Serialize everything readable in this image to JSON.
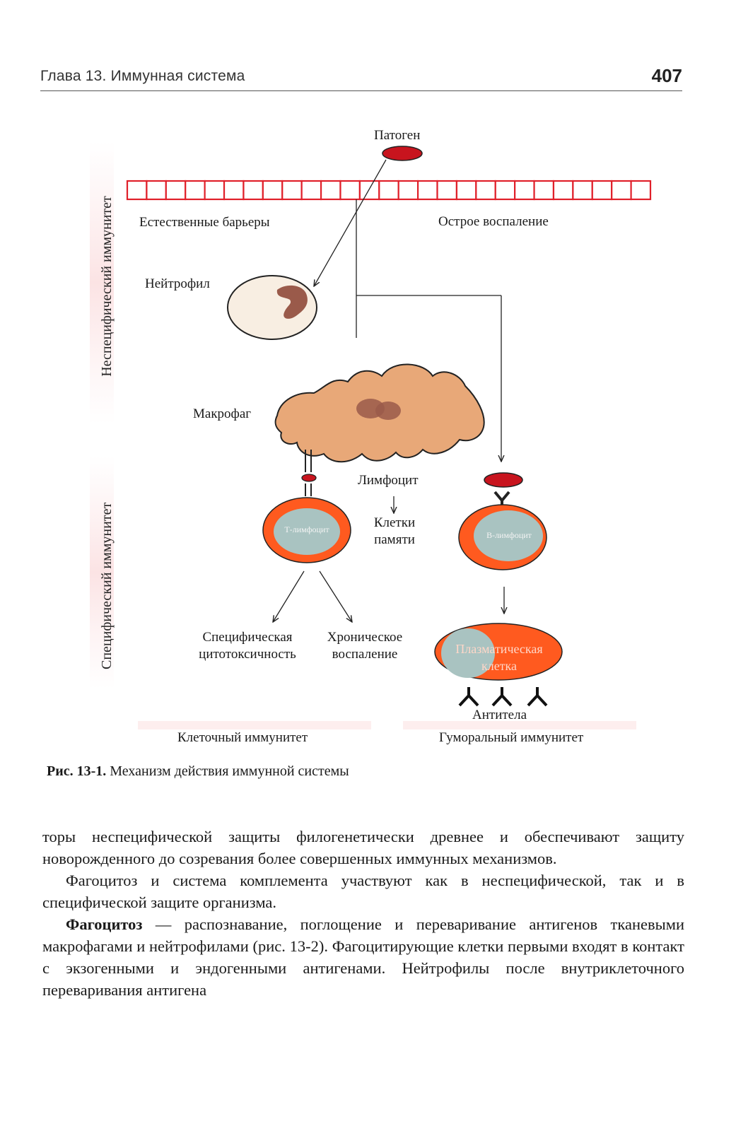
{
  "header": {
    "chapter_title": "Глава 13. Иммунная система",
    "page_number": "407"
  },
  "figure": {
    "pathogen_label": "Патоген",
    "barriers_label": "Естественные барьеры",
    "inflammation_label": "Острое воспаление",
    "neutrophil_label": "Нейтрофил",
    "macrophage_label": "Макрофаг",
    "lymphocyte_label": "Лимфоцит",
    "memory_cells_line1": "Клетки",
    "memory_cells_line2": "памяти",
    "t_cell_label": "Т-лимфоцит",
    "b_cell_label": "В-лимфоцит",
    "plasma_cell_line1": "Плазматическая",
    "plasma_cell_line2": "клетка",
    "cytotox_line1": "Специфическая",
    "cytotox_line2": "цитотоксичность",
    "chronic_line1": "Хроническое",
    "chronic_line2": "воспаление",
    "antibodies_label": "Антитела",
    "cellular_immunity_label": "Клеточный иммунитет",
    "humoral_immunity_label": "Гуморальный иммунитет",
    "nonspecific_side_label": "Неспецифический иммунитет",
    "specific_side_label": "Специфический иммунитет",
    "colors": {
      "pathogen": "#c8141e",
      "barrier": "#e0202a",
      "cell_outer": "#ff5a1f",
      "cell_inner": "#a9c3c1",
      "neutrophil_fill": "#f8eee2",
      "macrophage_fill": "#e8a878",
      "nucleus": "#9a5a4a"
    }
  },
  "caption": {
    "number": "Рис. 13-1.",
    "text": "Механизм действия иммунной системы"
  },
  "body": {
    "p1": "торы неспецифической защиты филогенетически древнее и обеспечивают защиту новорожденного до созревания более совершенных иммунных механизмов.",
    "p2": "Фагоцитоз и система комплемента участвуют как в неспецифической, так и в специфической защите организма.",
    "p3_term": "Фагоцитоз",
    "p3_rest": " — распознавание, поглощение и переваривание антигенов тканевыми макрофагами и нейтрофилами (рис. 13-2). Фагоцитирующие клетки первыми входят в контакт с экзогенными и эндогенными антигенами. Нейтрофилы после внутриклеточного переваривания антигена"
  }
}
